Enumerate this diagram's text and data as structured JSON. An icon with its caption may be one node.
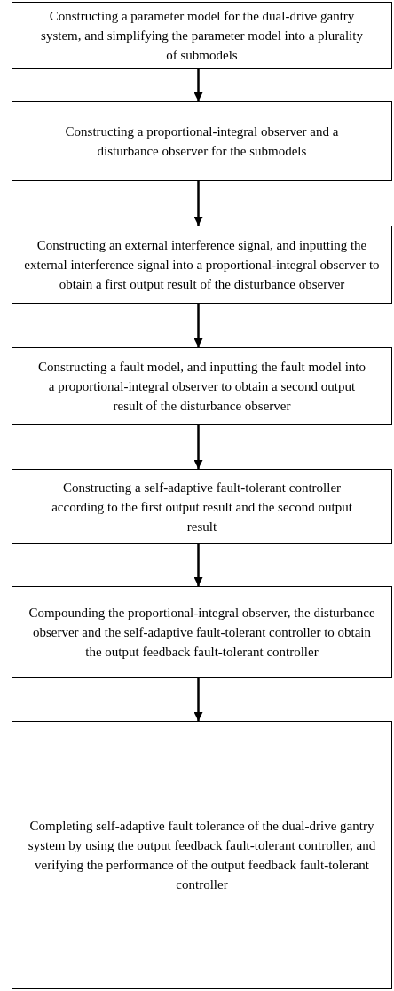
{
  "diagram": {
    "nodes": [
      {
        "text": [
          "Constructing a parameter model for the dual-drive gantry system, and simplifying the parameter model into a plurality of submodels"
        ]
      },
      {
        "text": [
          "Constructing a proportional-integral observer and a disturbance observer for the submodels"
        ]
      },
      {
        "text": [
          "Constructing an external interference signal, and inputting the external interference signal into a proportional-integral observer to obtain a first output result of the disturbance observer"
        ]
      },
      {
        "text": [
          "Constructing a fault model, and inputting the fault model into a proportional-integral observer to obtain a second output result of the disturbance observer"
        ]
      },
      {
        "text": [
          "Constructing a self-adaptive fault-tolerant controller according to the first output result and the second output result"
        ]
      },
      {
        "text": [
          "Compounding the proportional-integral observer, the disturbance observer and the self-adaptive fault-tolerant controller to obtain the output feedback fault-tolerant controller"
        ]
      },
      {
        "text": [
          "Completing self-adaptive fault tolerance of the dual-drive gantry system by using the output feedback fault-tolerant controller, and verifying the performance of the output feedback fault-tolerant controller"
        ]
      }
    ],
    "edges": [
      {
        "from": 0,
        "to": 1,
        "arrow": "to"
      },
      {
        "from": 1,
        "to": 2,
        "arrow": "to"
      },
      {
        "from": 2,
        "to": 3,
        "arrow": "to"
      },
      {
        "from": 3,
        "to": 4,
        "arrow": "to"
      },
      {
        "from": 4,
        "to": 5,
        "arrow": "to"
      },
      {
        "from": 5,
        "to": 6,
        "arrow": "to"
      }
    ]
  }
}
